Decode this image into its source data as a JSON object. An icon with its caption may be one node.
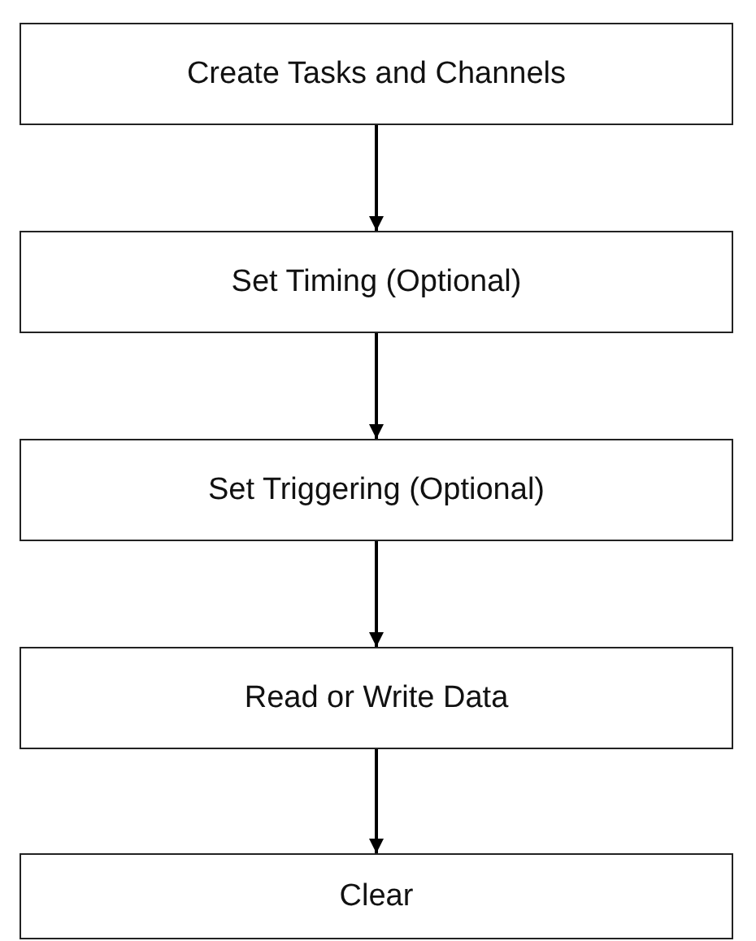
{
  "diagram": {
    "nodes": [
      {
        "text": [
          "Create Tasks and Channels"
        ]
      },
      {
        "text": [
          "Set Timing (Optional)"
        ]
      },
      {
        "text": [
          "Set Triggering (Optional)"
        ]
      },
      {
        "text": [
          "Read or Write Data"
        ]
      },
      {
        "text": [
          "Clear"
        ]
      }
    ],
    "edges": [
      {
        "from": 0,
        "to": 1,
        "arrow": "to"
      },
      {
        "from": 1,
        "to": 2,
        "arrow": "to"
      },
      {
        "from": 2,
        "to": 3,
        "arrow": "to"
      },
      {
        "from": 3,
        "to": 4,
        "arrow": "to"
      }
    ]
  }
}
